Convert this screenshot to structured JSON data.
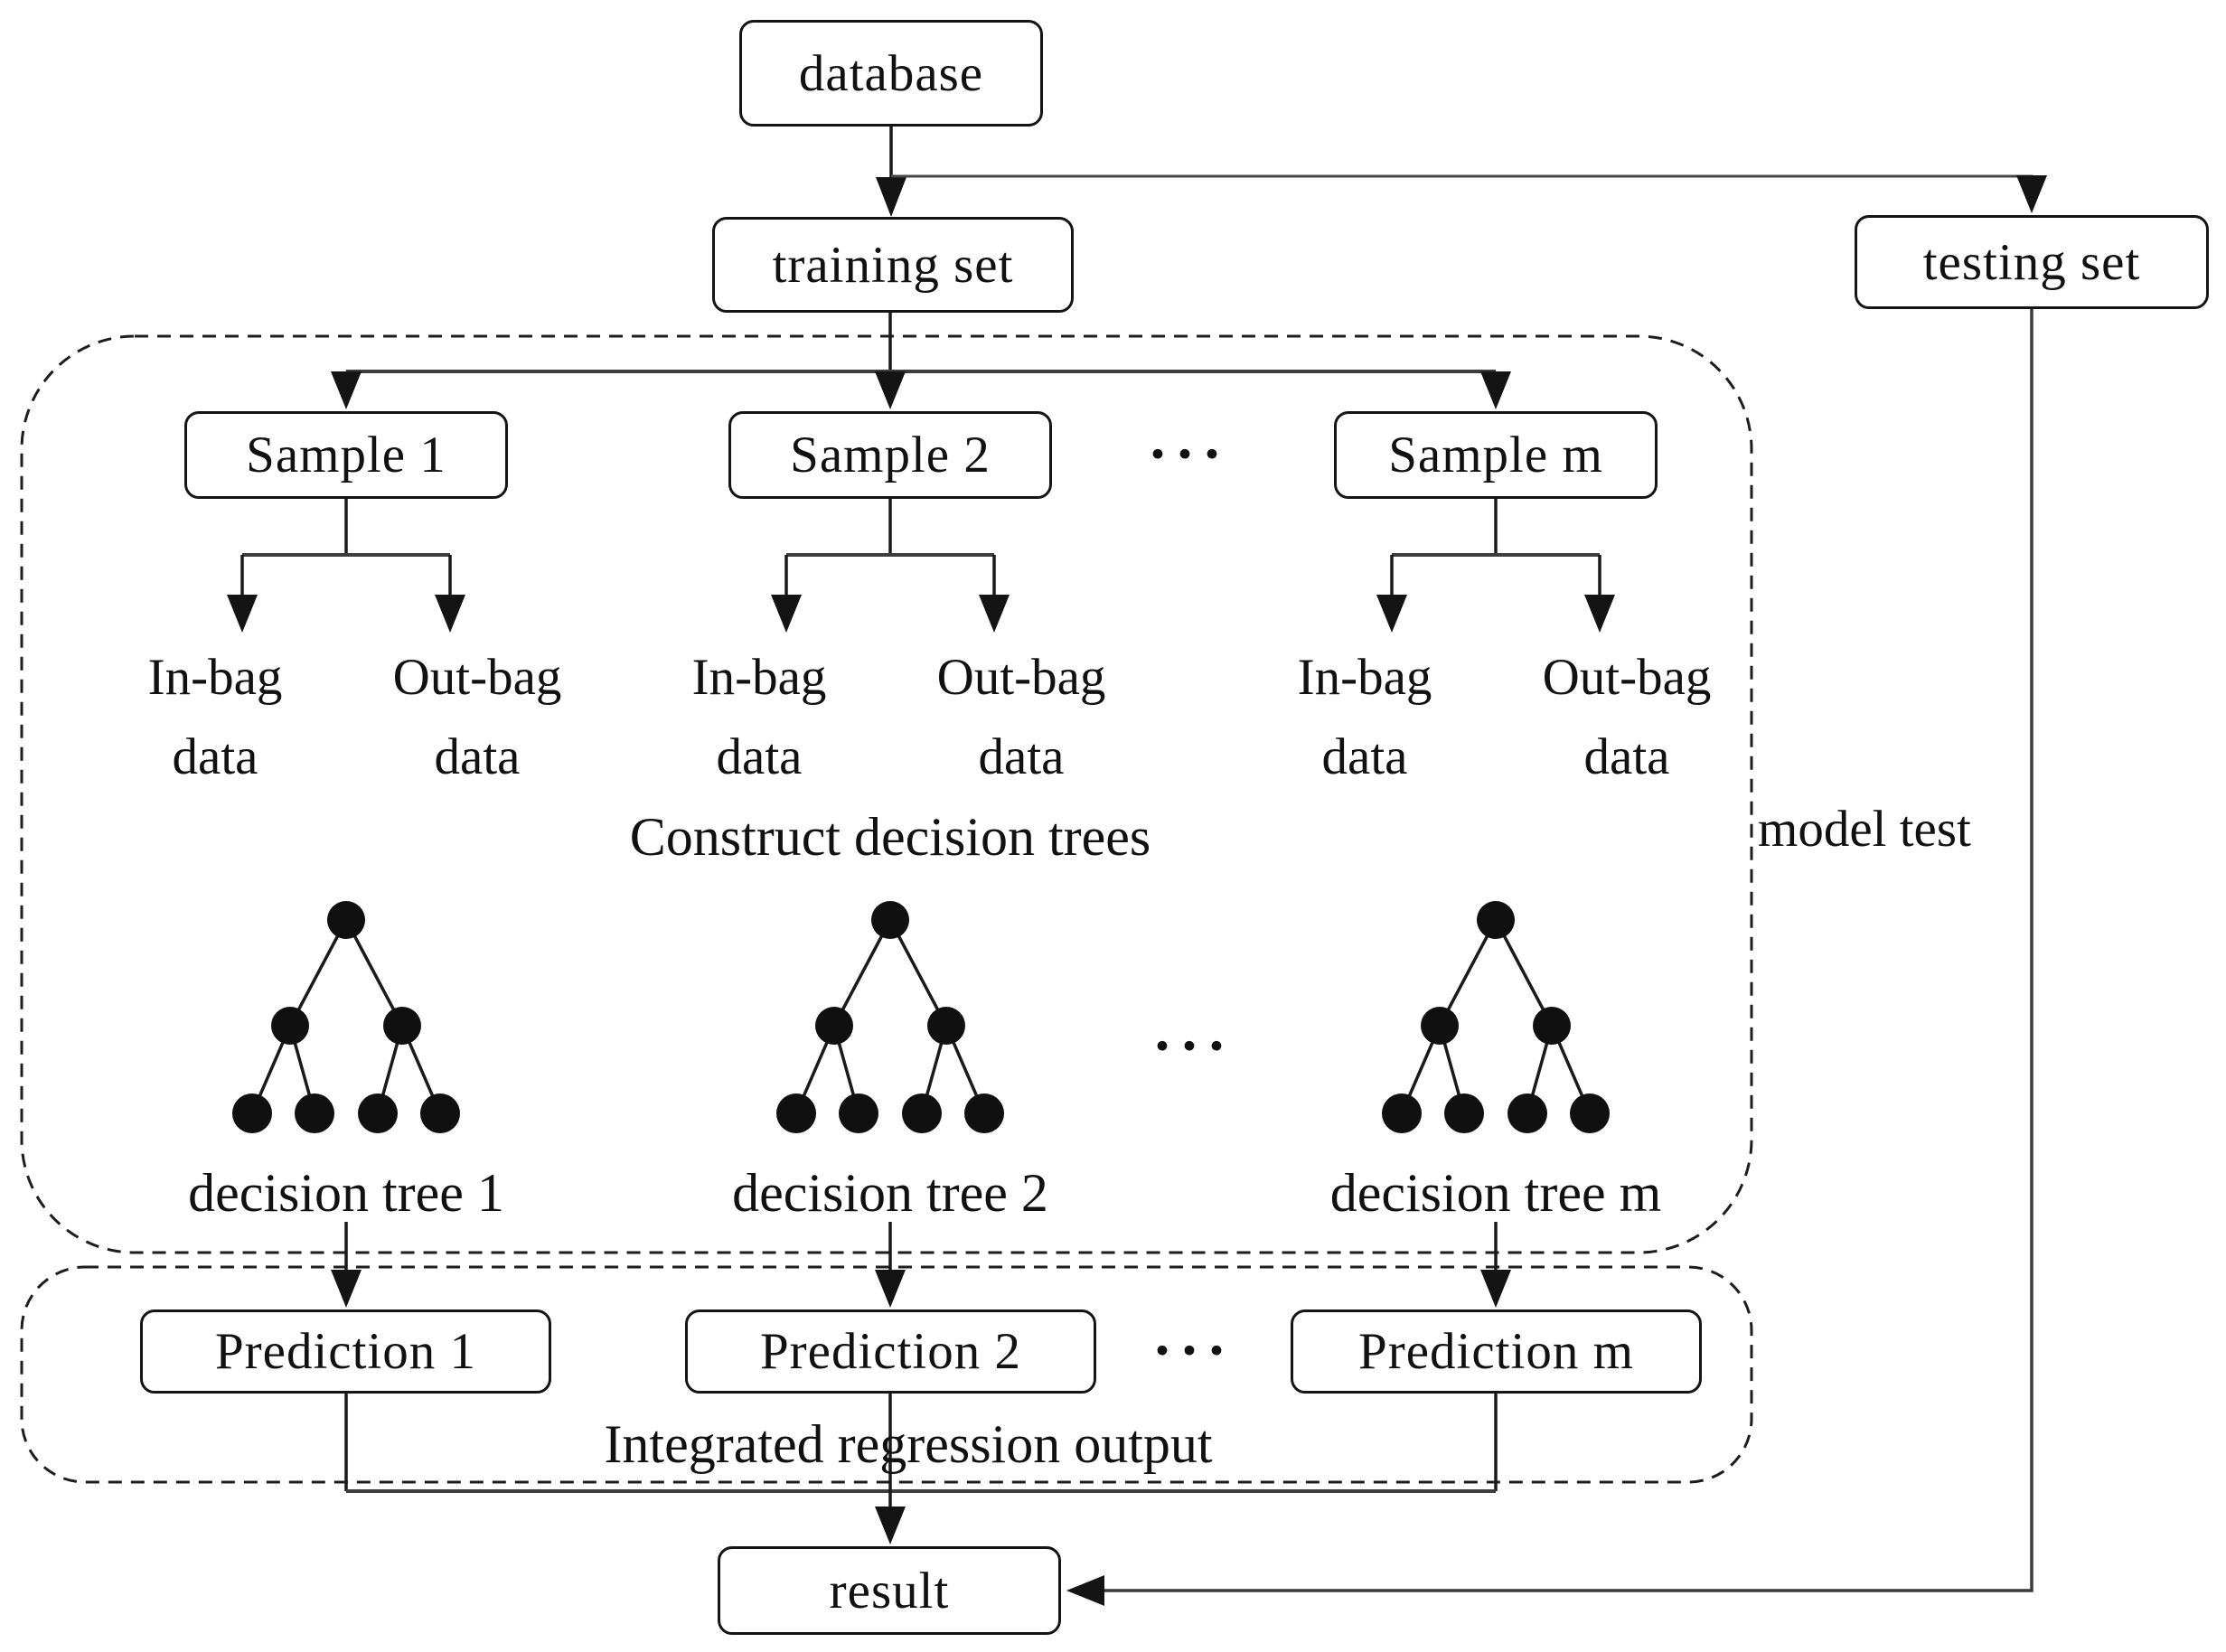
{
  "diagram": {
    "title_semantic": "random forest regression flowchart",
    "database_label": "database",
    "training_set_label": "training set",
    "testing_set_label": "testing set",
    "samples": [
      "Sample 1",
      "Sample 2",
      "Sample m"
    ],
    "bag": {
      "in_line1": "In-bag",
      "in_line2": "data",
      "out_line1": "Out-bag",
      "out_line2": "data"
    },
    "construct_label": "Construct decision trees",
    "tree_labels": [
      "decision tree 1",
      "decision tree 2",
      "decision tree m"
    ],
    "model_test_label": "model test",
    "predictions": [
      "Prediction 1",
      "Prediction 2",
      "Prediction m"
    ],
    "integrated_label": "Integrated regression output",
    "result_label": "result",
    "ellipsis": "···",
    "colors": {
      "line": "#1a1a1a",
      "thick_line": "#3d3d3d",
      "border": "#141414",
      "text": "#111111",
      "background": "#ffffff"
    }
  }
}
